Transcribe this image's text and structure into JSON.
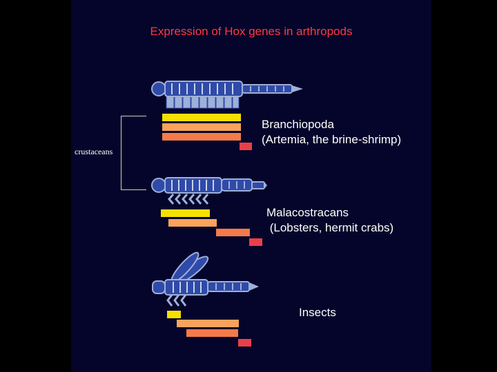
{
  "title": "Expression of Hox genes in arthropods",
  "group_label": "crustaceans",
  "colors": {
    "slide_bg": "#05052b",
    "title": "#ff3b3b",
    "body_blue": "#2f4aa8",
    "body_light": "#9fb0d8",
    "bar_yellow": "#f7e000",
    "bar_light_orange": "#f9a35c",
    "bar_orange": "#f47a4a",
    "bar_red": "#e8404a"
  },
  "groups": [
    {
      "line1": "Branchiopoda",
      "line2": "(Artemia, the brine-shrimp)"
    },
    {
      "line1": "Malacostracans",
      "line2": " (Lobsters, hermit crabs)"
    },
    {
      "line1": "Insects",
      "line2": ""
    }
  ]
}
